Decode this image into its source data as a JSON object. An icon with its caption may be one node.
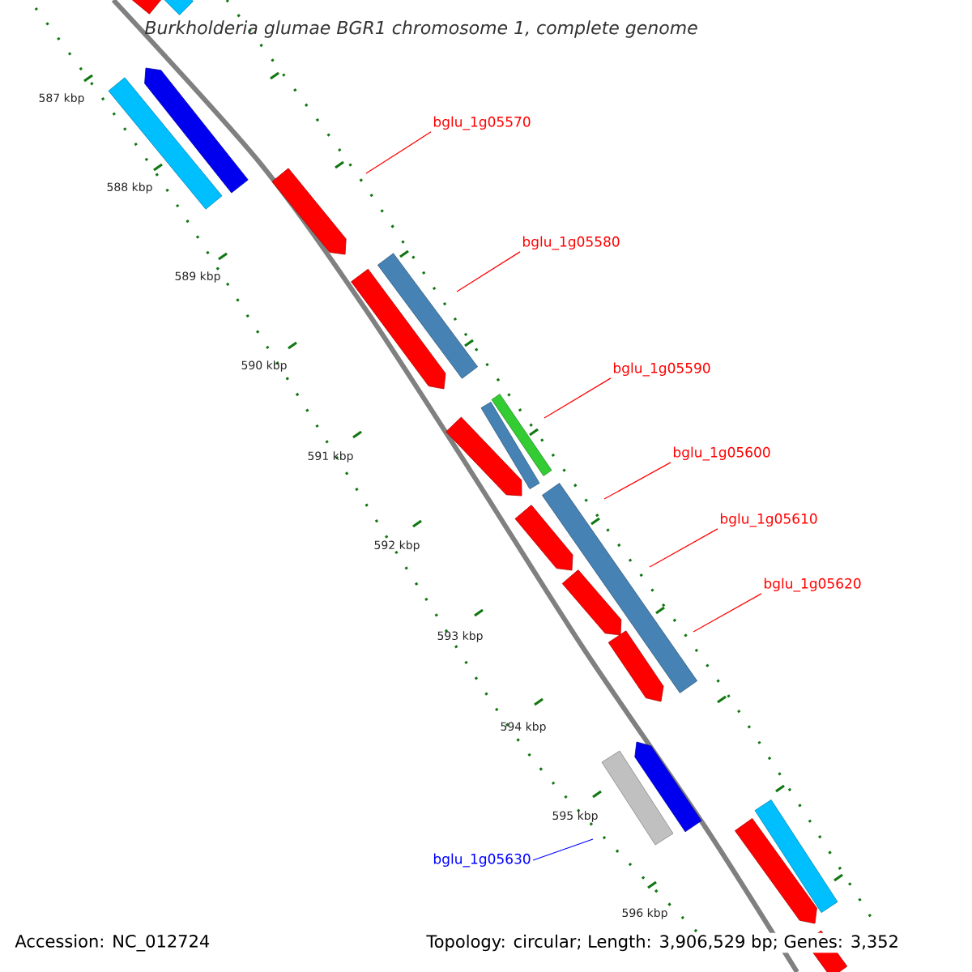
{
  "diagram": {
    "title": "Burkholderia glumae BGR1 chromosome 1, complete genome",
    "nodes": [
      {
        "text": [
          "bglu_1g05570"
        ]
      },
      {
        "text": [
          "bglu_1g05580"
        ]
      },
      {
        "text": [
          "bglu_1g05590"
        ]
      },
      {
        "text": [
          "bglu_1g05600"
        ]
      },
      {
        "text": [
          "bglu_1g05610"
        ]
      },
      {
        "text": [
          "bglu_1g05620"
        ]
      },
      {
        "text": [
          "bglu_1g05630"
        ]
      }
    ],
    "edges": [
      {
        "from": 0,
        "to": null,
        "arrow": "none"
      },
      {
        "from": 1,
        "to": null,
        "arrow": "none"
      },
      {
        "from": 2,
        "to": null,
        "arrow": "none"
      },
      {
        "from": 3,
        "to": null,
        "arrow": "none"
      },
      {
        "from": 4,
        "to": null,
        "arrow": "none"
      },
      {
        "from": 5,
        "to": null,
        "arrow": "none"
      },
      {
        "from": 6,
        "to": null,
        "arrow": "none",
        "color": "#0000ff"
      }
    ],
    "labels": [
      "587 kbp",
      "588 kbp",
      "589 kbp",
      "590 kbp",
      "591 kbp",
      "592 kbp",
      "593 kbp",
      "594 kbp",
      "595 kbp",
      "596 kbp",
      "Accession: NC_012724",
      "Topology: circular; Length: 3,906,529 bp; Genes: 3,352"
    ]
  }
}
